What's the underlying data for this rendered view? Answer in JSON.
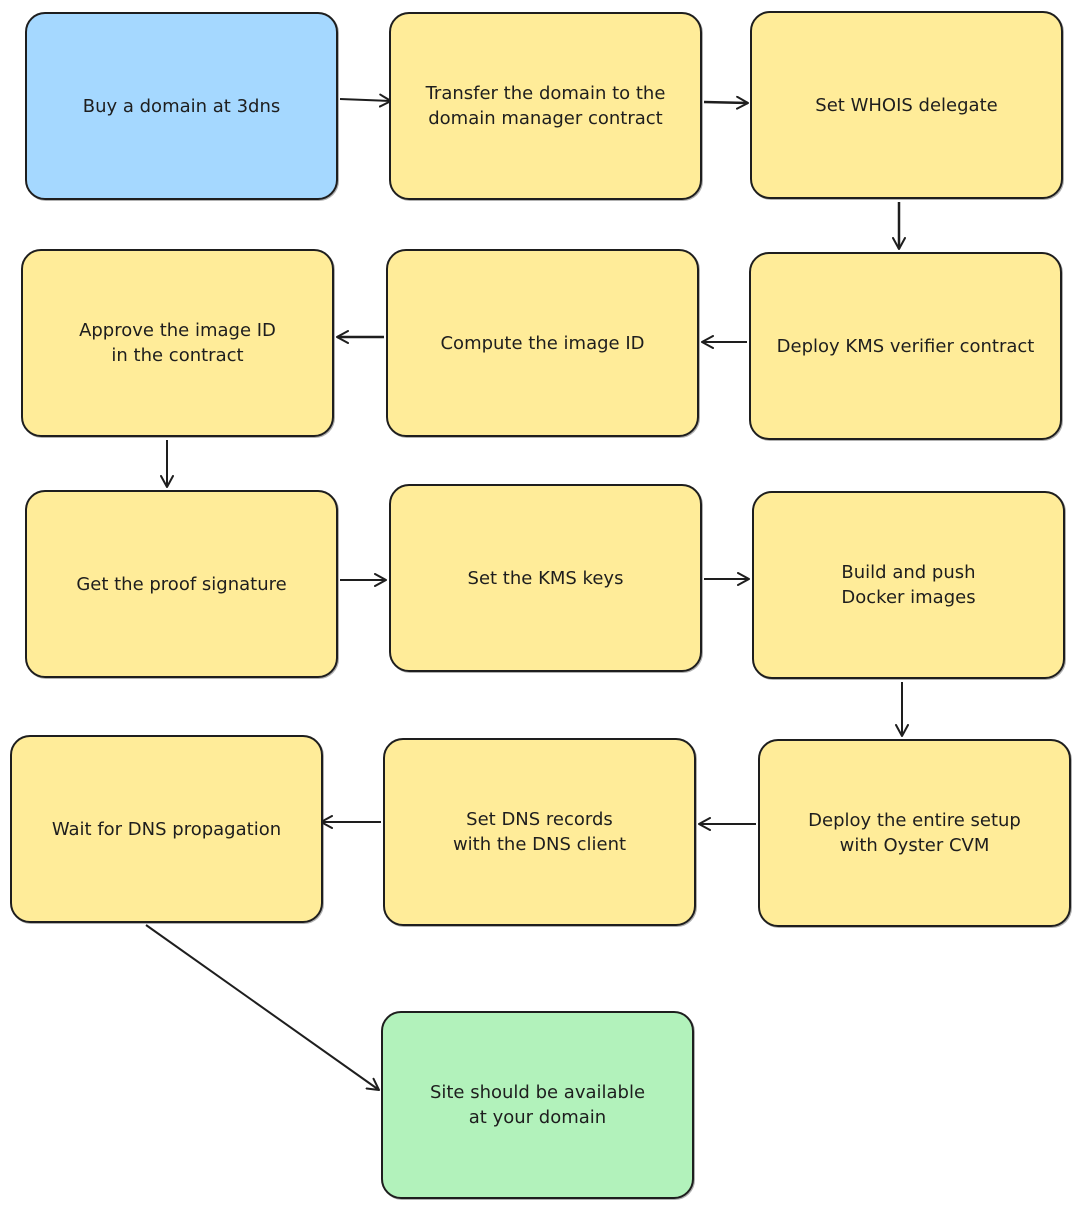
{
  "nodes": [
    {
      "id": "n1",
      "label": "Buy a domain at 3dns"
    },
    {
      "id": "n2",
      "label": "Transfer the domain to the\ndomain manager contract"
    },
    {
      "id": "n3",
      "label": "Set WHOIS delegate"
    },
    {
      "id": "n4",
      "label": "Deploy KMS verifier contract"
    },
    {
      "id": "n5",
      "label": "Compute the image ID"
    },
    {
      "id": "n6",
      "label": "Approve the image ID\nin the contract"
    },
    {
      "id": "n7",
      "label": "Get the proof signature"
    },
    {
      "id": "n8",
      "label": "Set the KMS keys"
    },
    {
      "id": "n9",
      "label": "Build and push\nDocker images"
    },
    {
      "id": "n10",
      "label": "Deploy the entire setup\nwith Oyster CVM"
    },
    {
      "id": "n11",
      "label": "Set DNS records\nwith the DNS client"
    },
    {
      "id": "n12",
      "label": "Wait for DNS propagation"
    },
    {
      "id": "n13",
      "label": "Site should be available\nat your domain"
    }
  ],
  "edges": [
    {
      "from": "n1",
      "to": "n2"
    },
    {
      "from": "n2",
      "to": "n3"
    },
    {
      "from": "n3",
      "to": "n4"
    },
    {
      "from": "n4",
      "to": "n5"
    },
    {
      "from": "n5",
      "to": "n6"
    },
    {
      "from": "n6",
      "to": "n7"
    },
    {
      "from": "n7",
      "to": "n8"
    },
    {
      "from": "n8",
      "to": "n9"
    },
    {
      "from": "n9",
      "to": "n10"
    },
    {
      "from": "n10",
      "to": "n11"
    },
    {
      "from": "n11",
      "to": "n12"
    },
    {
      "from": "n12",
      "to": "n13"
    }
  ],
  "colors": {
    "start_fill": "#a5d8ff",
    "step_fill": "#ffec99",
    "end_fill": "#b2f2bb",
    "stroke": "#1e1e1e"
  }
}
